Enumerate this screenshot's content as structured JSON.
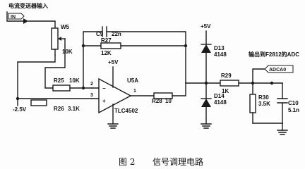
{
  "diagram": {
    "input_title": "电流变送器输入",
    "input_pin": "IN",
    "w5": {
      "ref": "W5",
      "value": "10K"
    },
    "c9": {
      "ref": "C9",
      "value": "22n"
    },
    "r27": {
      "ref": "R27",
      "value": "12K"
    },
    "r25": {
      "ref": "R25",
      "value": "10K"
    },
    "r26": {
      "ref": "R26",
      "value": "3.1K"
    },
    "supply_minus": "-2.5V",
    "supply_plus_top": "+5V",
    "supply_plus_opamp": "+5V",
    "u5a": {
      "ref": "U5A",
      "part": "TLC4502"
    },
    "pins": {
      "p1": "1",
      "p2": "2",
      "p3": "3",
      "minus": "−",
      "plus": "+"
    },
    "r28": {
      "ref": "R28",
      "value": "10"
    },
    "d13": {
      "ref": "D13",
      "part": "4148"
    },
    "d14": {
      "ref": "D14",
      "part": "4148"
    },
    "r29": {
      "ref": "R29",
      "value": "1K"
    },
    "output_title": "输出到F2812的ADC",
    "output_pin": "ADCA0",
    "r30": {
      "ref": "R30",
      "value": "3.5K"
    },
    "c10": {
      "ref": "C10",
      "value": "5.1n"
    },
    "caption": {
      "number": "图 2",
      "title": "信号调理电路"
    }
  }
}
